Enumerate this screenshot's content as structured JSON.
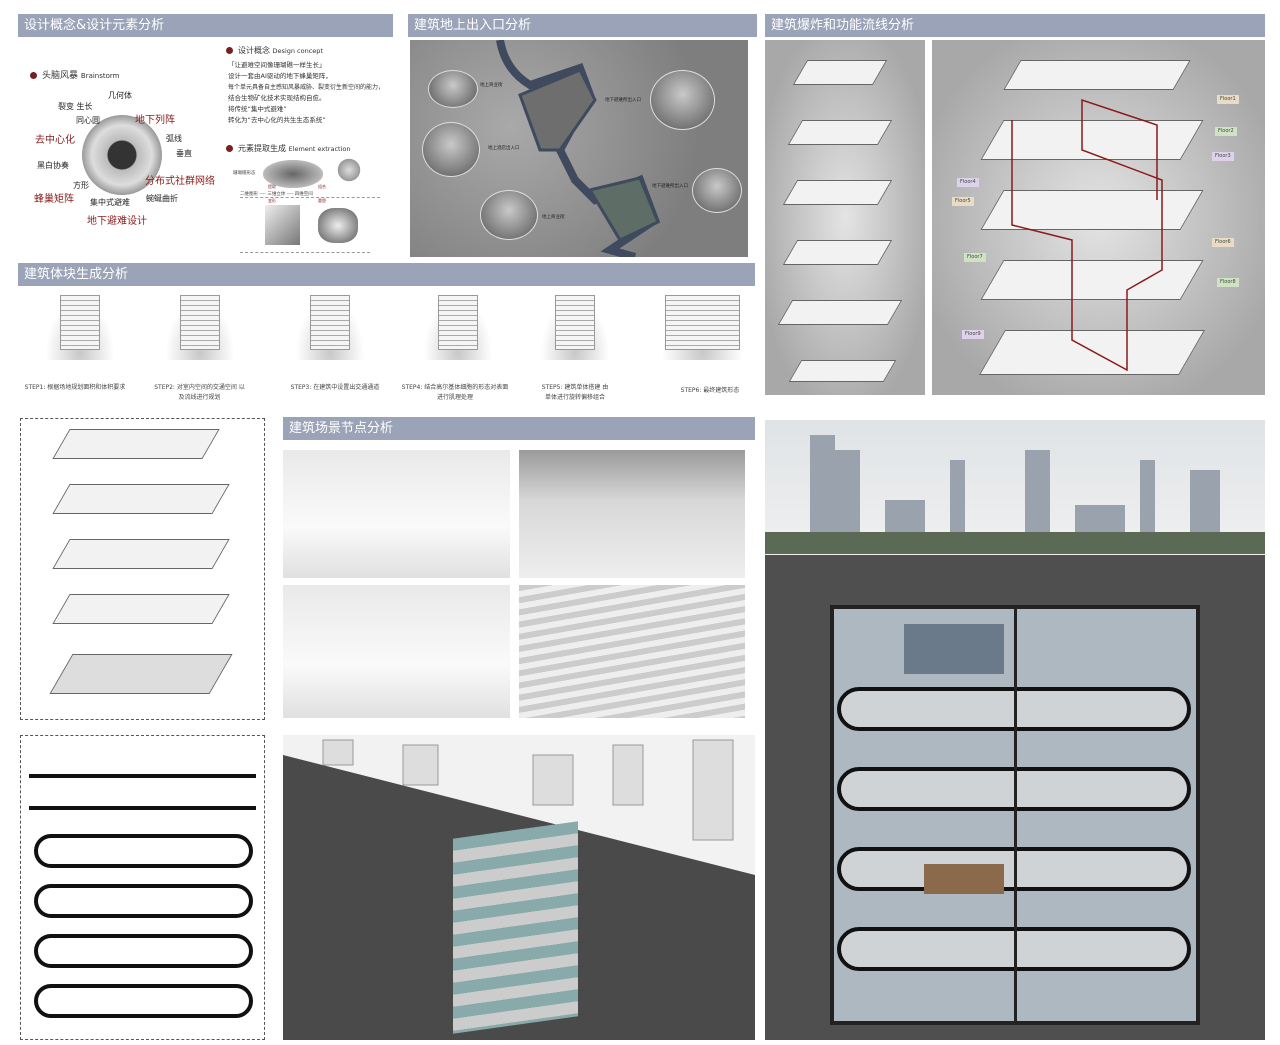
{
  "headers": {
    "concept": "设计概念&设计元素分析",
    "entrance": "建筑地上出入口分析",
    "exploded": "建筑爆炸和功能流线分析",
    "massing": "建筑体块生成分析",
    "scene": "建筑场景节点分析"
  },
  "brainstorm": {
    "title": "头脑风暴",
    "title_en": "Brainstorm",
    "words_black": [
      "几何体",
      "裂变 生长",
      "同心圆",
      "弧线",
      "垂直",
      "黑白协奏",
      "方形",
      "集中式避难",
      "蜿蜒曲折"
    ],
    "words_red": [
      "地下列阵",
      "去中心化",
      "分布式社群网络",
      "蜂巢矩阵",
      "地下避难设计"
    ]
  },
  "concept": {
    "title": "设计概念",
    "title_en": "Design concept",
    "lines": [
      "「让避难空间像珊瑚礁一样生长」",
      "设计一套由AI驱动的地下蜂巢矩阵，",
      "每个单元具备自主感知风暴威胁、裂变衍生新空间的能力，",
      "结合生物矿化技术实现结构自愈。",
      "将传统“集中式避难”",
      "转化为“去中心化的共生生态系统”"
    ]
  },
  "element": {
    "title": "元素提取生成",
    "title_en": "Element extraction",
    "labels": [
      "珊瑚礁形态",
      "二维图形",
      "三维立体",
      "四维空间",
      "提取",
      "变形",
      "组合",
      "重塑"
    ]
  },
  "map": {
    "labels": [
      "地上商业街",
      "地下避难所出入口",
      "地上酒店出入口",
      "地下避难所出入口",
      "地上商业街"
    ]
  },
  "steps": [
    {
      "label": "STEP1: 根据场地规划面积和体积要求"
    },
    {
      "label": "STEP2: 对室内空间的交通空间 以及流线进行规划"
    },
    {
      "label": "STEP3: 在建筑中设置出交通通道"
    },
    {
      "label": "STEP4: 结合高尔基体细胞的形态对表面 进行肌理处理"
    },
    {
      "label": "STEP5: 建筑单体搭建 由单体进行旋转偏移组合"
    },
    {
      "label": "STEP6: 最终建筑形态"
    }
  ],
  "floor_tags": [
    "Floor1",
    "Floor2",
    "Floor3",
    "Floor4",
    "Floor5",
    "Floor6",
    "Floor7",
    "Floor8",
    "Floor9"
  ],
  "colors": {
    "header": "#9aa3b8",
    "accent": "#8a1d1d",
    "flow_line": "#8b1a1a"
  }
}
